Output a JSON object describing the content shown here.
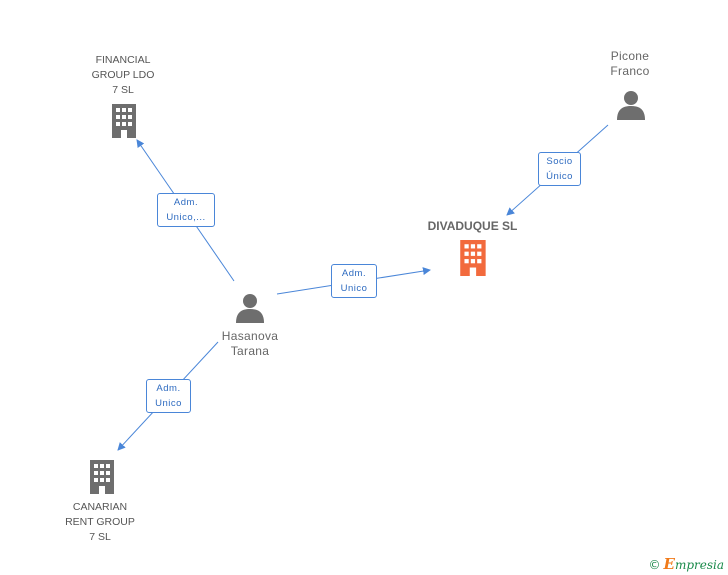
{
  "nodes": {
    "financial": {
      "label": "FINANCIAL\nGROUP LDO\n7 SL"
    },
    "picone": {
      "label": "Picone\nFranco"
    },
    "divaduque": {
      "label": "DIVADUQUE SL"
    },
    "hasanova": {
      "label": "Hasanova\nTarana"
    },
    "canarian": {
      "label": "CANARIAN\nRENT GROUP\n7 SL"
    }
  },
  "edges": {
    "hasanova_financial": {
      "label": "Adm.\nUnico,..."
    },
    "hasanova_divaduque": {
      "label": "Adm.\nUnico"
    },
    "picone_divaduque": {
      "label": "Socio\nÚnico"
    },
    "hasanova_canarian": {
      "label": "Adm.\nUnico"
    }
  },
  "colors": {
    "edge": "#4a86d8",
    "company": "#6e6e6e",
    "company_main": "#f26a3d",
    "person": "#6e6e6e"
  },
  "brand": {
    "copyright": "©",
    "initial": "E",
    "rest": "mpresia"
  }
}
